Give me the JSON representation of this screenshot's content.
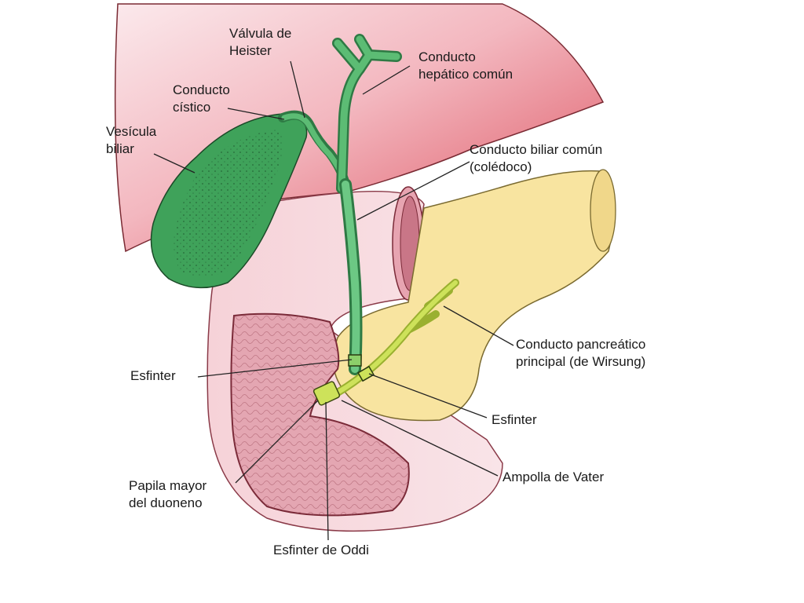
{
  "labels": {
    "valvula_heister": [
      "Válvula de",
      "Heister"
    ],
    "conducto_hepatico": [
      "Conducto",
      "hepático común"
    ],
    "conducto_cistico": [
      "Conducto",
      "cístico"
    ],
    "vesicula": [
      "Vesícula",
      "biliar"
    ],
    "coledoco": [
      "Conducto biliar común",
      "(colédoco)"
    ],
    "wirsung": [
      "Conducto pancreático",
      "principal (de Wirsung)"
    ],
    "esfinter_left": "Esfinter",
    "esfinter_right": "Esfinter",
    "ampolla": "Ampolla de Vater",
    "papila": [
      "Papila mayor",
      "del duoneno"
    ],
    "oddi": "Esfinter de Oddi"
  },
  "colors": {
    "liver": "#e0646e",
    "liver_light": "#f7d6da",
    "gallbladder": "#3fa25a",
    "duct": "#5cbc74",
    "duodenum": "#f3c7cf",
    "duodenum_inner": "#dc96a5",
    "pancreas": "#f8e4a0",
    "pancreatic_duct": "#cde25a"
  }
}
